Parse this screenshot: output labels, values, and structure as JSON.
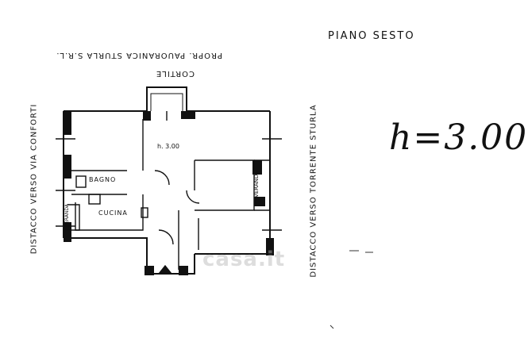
{
  "header": {
    "floor_label": "PIANO SESTO",
    "owner_label": "PROPR. PAUORANICA STURLA S.R.L.",
    "courtyard_label": "CORTILE"
  },
  "sides": {
    "left_label": "DISTACCO VERSO VIA CONFORTI",
    "right_label": "DISTACCO VERSO TORRENTE STURLA"
  },
  "rooms": {
    "height_label": "h. 3.00",
    "bathroom_label": "BAGNO",
    "kitchen_label": "CUCINA",
    "veranda_top_label": "VERANDA",
    "veranda_left_label": "VERANDA"
  },
  "annotation": {
    "ceiling_height": "h=3.00"
  },
  "watermark": {
    "text": "casa.it"
  }
}
